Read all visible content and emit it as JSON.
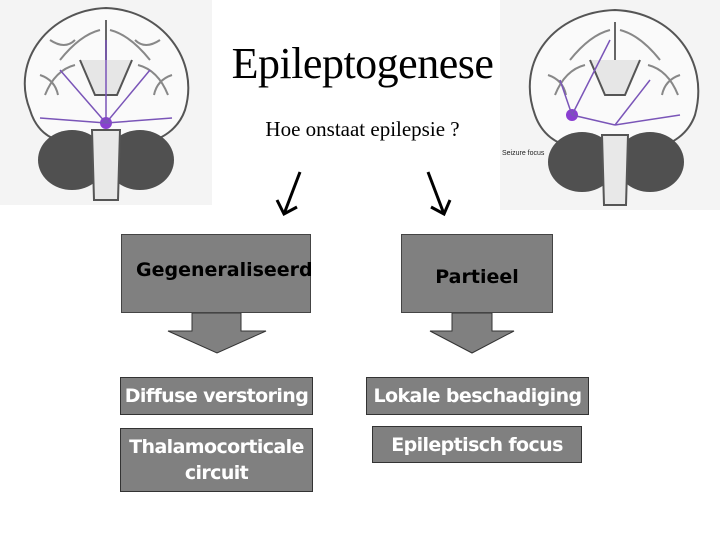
{
  "title": "Epileptogenese",
  "subtitle": "Hoe onstaat epilepsie ?",
  "branches": {
    "left": {
      "heading": "Gegeneraliseerd",
      "items": [
        "Diffuse verstoring",
        "Thalamocorticale circuit"
      ]
    },
    "right": {
      "heading": "Partieel",
      "items": [
        "Lokale beschadiging",
        "Epileptisch focus"
      ]
    }
  },
  "brain_right_label": "Seizure focus",
  "colors": {
    "box_fill": "#808080",
    "brain_shadow": "#505050",
    "seizure_marker": "#8a3fd1"
  }
}
